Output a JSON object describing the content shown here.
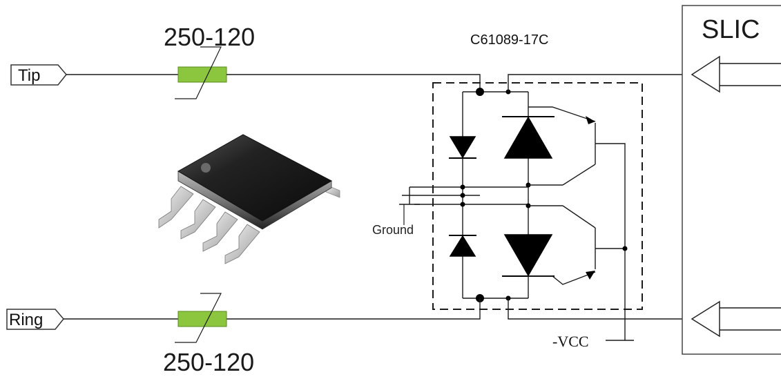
{
  "labels": {
    "part_top": "250-120",
    "part_bottom": "250-120",
    "protector": "C61089-17C",
    "slic": "SLIC",
    "tip": "Tip",
    "ring": "Ring",
    "ground": "Ground",
    "vcc": "-VCC"
  },
  "colors": {
    "resistor_fill": "#8cc63f",
    "line": "#1a1a1a",
    "chip_body": "#1c1c1c",
    "chip_leads": "#d8d8d8"
  },
  "icons": {
    "component_image": "soic-8-chip-icon",
    "port_arrow": "pentagon-port-icon",
    "slic_driver": "triangle-buffer-icon"
  }
}
